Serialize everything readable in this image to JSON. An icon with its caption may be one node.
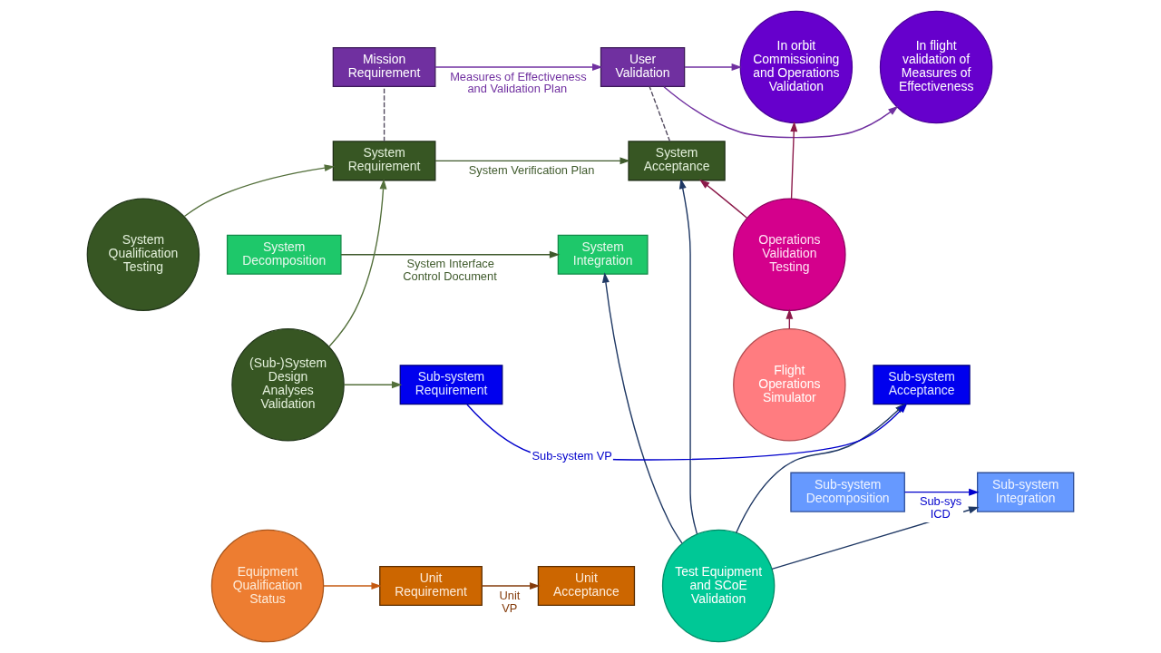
{
  "diagram": {
    "nodes": [
      {
        "text": [
          "Mission Requirement"
        ]
      },
      {
        "text": [
          "User Validation"
        ]
      },
      {
        "text": [
          "In flight validation of Measures of Effectiveness"
        ]
      },
      {
        "text": [
          "In orbit Commissioning and Operations Validation"
        ]
      },
      {
        "text": [
          "System Qualification Testing"
        ]
      },
      {
        "text": [
          "System Requirement"
        ]
      },
      {
        "text": [
          "System Acceptance"
        ]
      },
      {
        "text": [
          "Operations Validation Testing"
        ]
      },
      {
        "text": [
          "System Decomposition"
        ]
      },
      {
        "text": [
          "System Integration"
        ]
      },
      {
        "text": [
          "(Sub-)System Design Analyses Validation"
        ]
      },
      {
        "text": [
          "Sub-system Requirement"
        ]
      },
      {
        "text": [
          "Sub-system Acceptance"
        ]
      },
      {
        "text": [
          "Flight Operations Simulator"
        ]
      },
      {
        "text": [
          "Test Equipment and SCoE Validation"
        ]
      },
      {
        "text": [
          "Sub-system Decomposition"
        ]
      },
      {
        "text": [
          "Sub-system Integration"
        ]
      },
      {
        "text": [
          "Equipment Qualification Status"
        ]
      },
      {
        "text": [
          "Unit Requirement"
        ]
      },
      {
        "text": [
          "Unit Acceptance"
        ]
      }
    ],
    "edges": [
      {
        "from": 0,
        "to": 1,
        "arrow": "to",
        "label": "Measures of Effectiveness and Validation Plan",
        "color": "#7030a0"
      },
      {
        "from": 1,
        "to": 2,
        "arrow": "to",
        "color": "#7030a0"
      },
      {
        "from": 1,
        "to": 3,
        "arrow": "to",
        "color": "#7030a0"
      },
      {
        "from": 4,
        "to": 5,
        "arrow": "to",
        "color": "#54703c"
      },
      {
        "from": 10,
        "to": 5,
        "arrow": "to",
        "color": "#54703c"
      },
      {
        "from": 10,
        "to": 11,
        "arrow": "to",
        "color": "#54703c"
      },
      {
        "from": 5,
        "to": 6,
        "arrow": "to",
        "label": "System Verification Plan",
        "color": "#3f5a2c"
      },
      {
        "from": 8,
        "to": 9,
        "arrow": "to",
        "label": "System Interface Control Document",
        "color": "#3f5a2c"
      },
      {
        "from": 11,
        "to": 12,
        "arrow": "to",
        "label": "Sub-system VP",
        "color": "#0000cc"
      },
      {
        "from": 15,
        "to": 16,
        "arrow": "to",
        "label": "Sub-sys ICD",
        "color": "#0000cc"
      },
      {
        "from": 17,
        "to": 18,
        "arrow": "to",
        "color": "#c55a11"
      },
      {
        "from": 18,
        "to": 19,
        "arrow": "to",
        "label": "Unit VP",
        "color": "#843c0c"
      },
      {
        "from": 7,
        "to": 6,
        "arrow": "to",
        "color": "#8b1a4a"
      },
      {
        "from": 7,
        "to": 3,
        "arrow": "to",
        "color": "#8b1a4a"
      },
      {
        "from": 13,
        "to": 7,
        "arrow": "to",
        "color": "#8b1a4a"
      },
      {
        "from": 14,
        "to": 6,
        "arrow": "to",
        "color": "#1f3864"
      },
      {
        "from": 14,
        "to": 9,
        "arrow": "to",
        "color": "#1f3864"
      },
      {
        "from": 14,
        "to": 12,
        "arrow": "to",
        "color": "#1f3864"
      },
      {
        "from": 14,
        "to": 16,
        "arrow": "to",
        "color": "#1f3864"
      },
      {
        "from": 5,
        "to": 0,
        "arrow": "none",
        "style": "dashed",
        "color": "#524a5e"
      },
      {
        "from": 6,
        "to": 1,
        "arrow": "none",
        "style": "dashed",
        "color": "#524a5e"
      }
    ]
  }
}
